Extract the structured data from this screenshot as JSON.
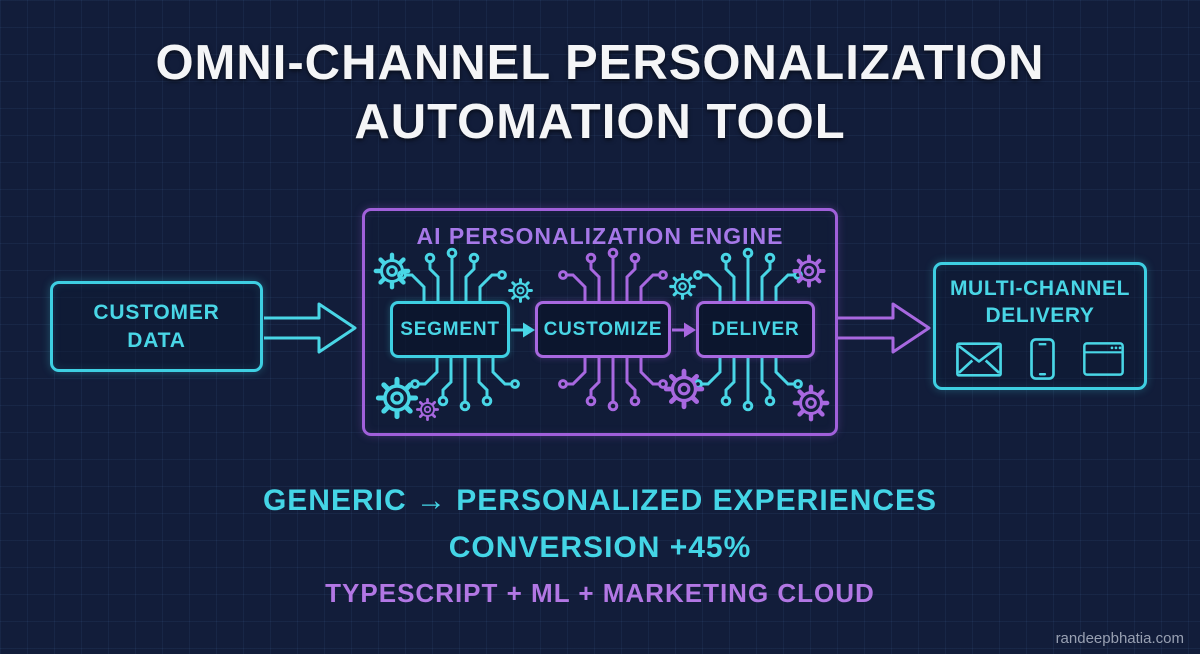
{
  "title": {
    "line1": "OMNI-CHANNEL PERSONALIZATION",
    "line2": "AUTOMATION TOOL"
  },
  "flow": {
    "customer_data": {
      "line1": "CUSTOMER",
      "line2": "DATA"
    },
    "engine": {
      "title": "AI PERSONALIZATION ENGINE",
      "stages": [
        {
          "label": "SEGMENT"
        },
        {
          "label": "CUSTOMIZE"
        },
        {
          "label": "DELIVER"
        }
      ]
    },
    "delivery": {
      "line1": "MULTI-CHANNEL",
      "line2": "DELIVERY",
      "icons": [
        "email-envelope-icon",
        "smartphone-icon",
        "browser-window-icon"
      ]
    }
  },
  "footer": {
    "generic": "GENERIC → PERSONALIZED EXPERIENCES",
    "conversion": "CONVERSION +45%",
    "stack": "TYPESCRIPT + ML + MARKETING CLOUD"
  },
  "watermark": "randeepbhatia.com",
  "colors": {
    "background": "#121d3a",
    "grid_line": "#233súb",
    "cyan": "#49d6e6",
    "purple": "#a868e0",
    "title_white": "#f4f5f7"
  }
}
